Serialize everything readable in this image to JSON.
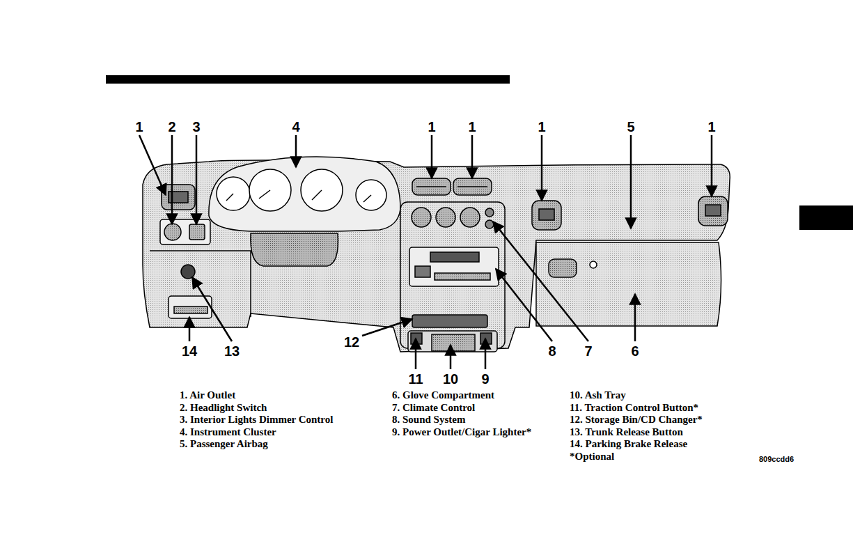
{
  "diagram": {
    "labels": [
      "1",
      "2",
      "3",
      "4",
      "1",
      "1",
      "1",
      "5",
      "1",
      "14",
      "13",
      "12",
      "11",
      "10",
      "9",
      "8",
      "7",
      "6",
      "1. Air Outlet",
      "2. Headlight Switch",
      "3. Interior Lights Dimmer Control",
      "4. Instrument Cluster",
      "5. Passenger Airbag",
      "6. Glove Compartment",
      "7. Climate Control",
      "8. Sound System",
      "9. Power Outlet/Cigar Lighter*",
      "10. Ash Tray",
      "11. Traction Control Button*",
      "12. Storage Bin/CD Changer*",
      "13. Trunk Release Button",
      "14. Parking Brake Release",
      "*Optional",
      "809ccdd6"
    ]
  }
}
